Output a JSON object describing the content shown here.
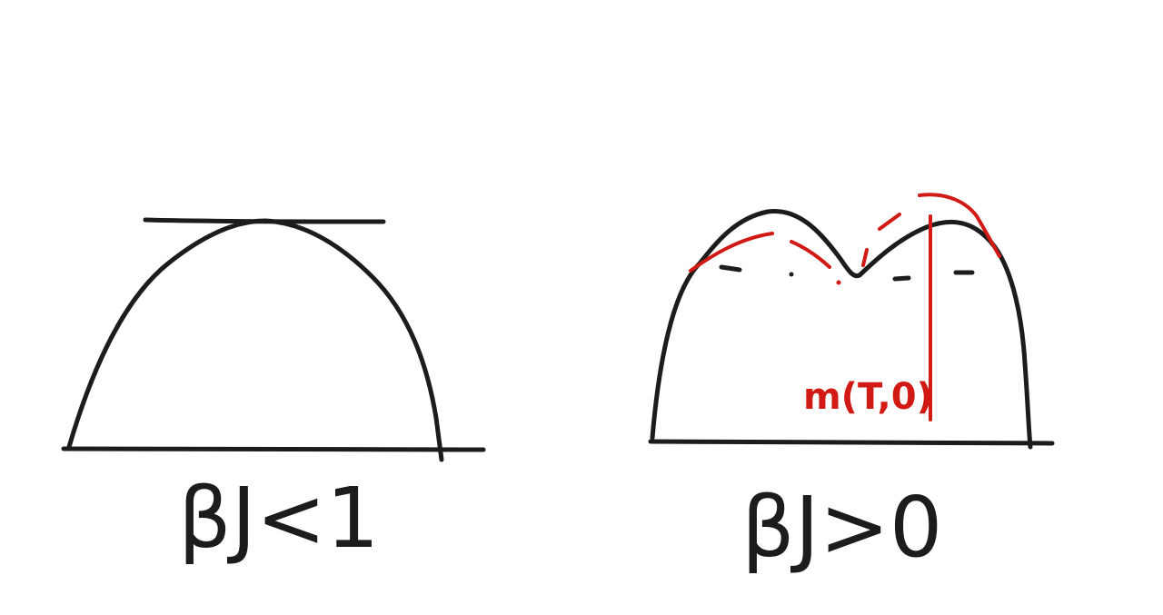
{
  "colors": {
    "ink": "#1c1c1c",
    "annotation": "#d11a14",
    "background": "#ffffff"
  },
  "panels": {
    "left": {
      "caption": "βJ<1"
    },
    "right": {
      "caption": "βJ>0",
      "annotation": "m(T,0)"
    }
  }
}
